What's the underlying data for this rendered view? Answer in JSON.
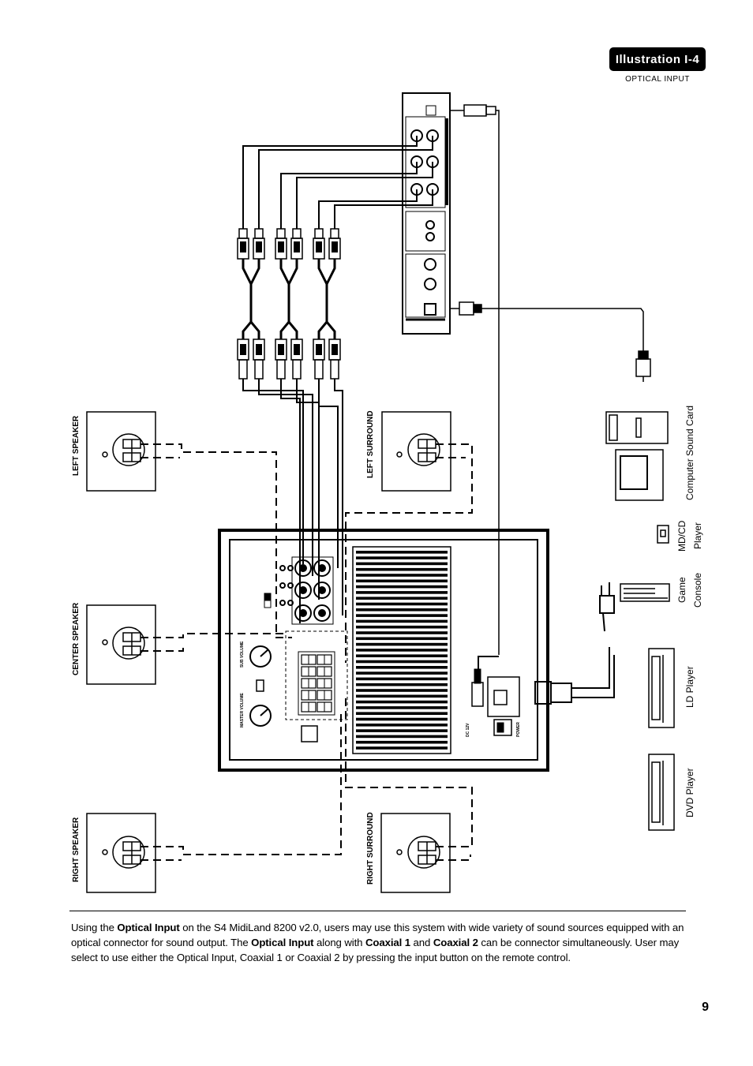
{
  "header": {
    "badge": "Illustration I-4",
    "subtitle": "OPTICAL INPUT"
  },
  "speakers": {
    "left": "LEFT SPEAKER",
    "center": "CENTER SPEAKER",
    "right": "RIGHT SPEAKER",
    "left_surround": "LEFT SURROUND",
    "right_surround": "RIGHT SURROUND"
  },
  "sources": {
    "computer": "Computer Sound Card",
    "md_line1": "MD/CD",
    "md_line2": "Player",
    "game_line1": "Game",
    "game_line2": "Console",
    "ld": "LD Player",
    "dvd": "DVD Player"
  },
  "panel": {
    "sub_volume": "SUB VOLUME",
    "master_volume": "MASTER VOLUME",
    "power": "POWER",
    "dc": "DC 12V"
  },
  "description": {
    "s1": "Using the ",
    "b1": "Optical Input",
    "s2": " on the S4 MidiLand 8200 v2.0, users may use this system with wide variety of sound sources equipped with an optical connector for sound output.   The ",
    "b2": "Optical Input",
    "s3": " along with ",
    "b3": "Coaxial 1",
    "s4": " and ",
    "b4": "Coaxial 2",
    "s5": " can be connector simultaneously.    User may select to use either the Optical Input, Coaxial 1 or Coaxial 2 by pressing the input button on the remote control."
  },
  "page_number": "9"
}
